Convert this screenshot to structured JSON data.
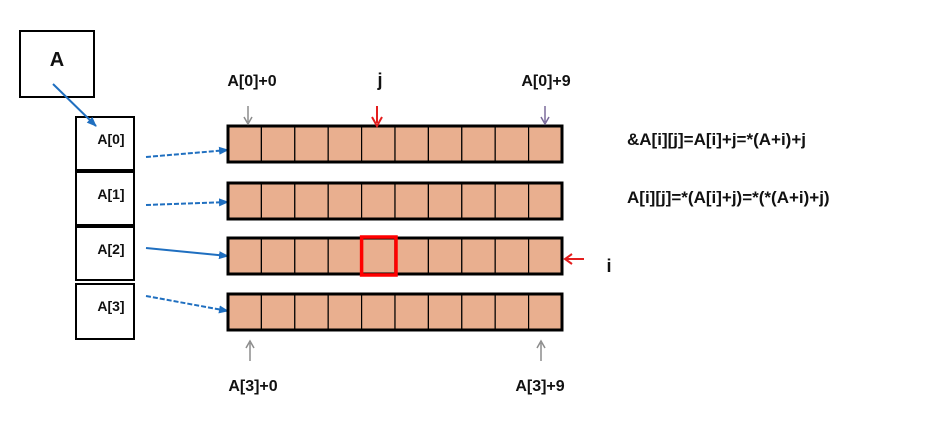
{
  "pointer_box": {
    "label": "A"
  },
  "row_pointers": [
    {
      "label": "A[0]"
    },
    {
      "label": "A[1]"
    },
    {
      "label": "A[2]"
    },
    {
      "label": "A[3]"
    }
  ],
  "rows": {
    "count": 4,
    "cells_per_row": 10,
    "highlight": {
      "row": 2,
      "col": 4
    }
  },
  "markers": {
    "top_start": "A[0]+0",
    "top_j": "j",
    "top_end": "A[0]+9",
    "row_i": "i",
    "bottom_start": "A[3]+0",
    "bottom_end": "A[3]+9"
  },
  "formulas": {
    "address": "&A[i][j]=A[i]+j=*(A+i)+j",
    "value": "A[i][j]=*(A[i]+j)=*(*(A+i)+j)"
  },
  "colors": {
    "cell_fill": "#E9AF8F",
    "border": "#000000",
    "highlight": "#FF0000",
    "pointer_arrow": "#1F6FC0",
    "marker_red": "#E41E1E",
    "marker_purple": "#7A6A9A",
    "marker_gray": "#8C8C8C"
  }
}
